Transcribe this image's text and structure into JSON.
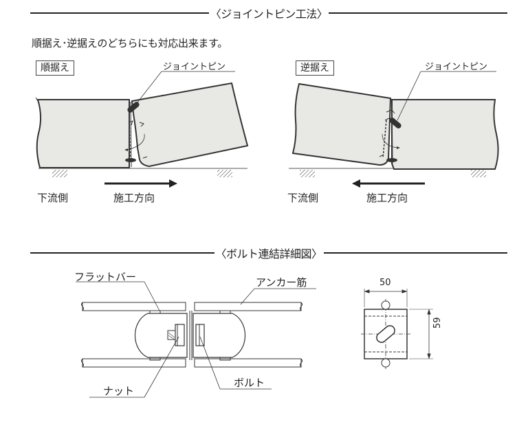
{
  "sections": {
    "joint_pin": {
      "title": "〈ジョイントピン工法〉",
      "description": "順据え･逆据えのどちらにも対応出来ます。",
      "panels": [
        {
          "tag": "順据え",
          "pin_label": "ジョイントピン",
          "downstream_label": "下流側",
          "direction_label": "施工方向",
          "arrow_direction": "right"
        },
        {
          "tag": "逆据え",
          "pin_label": "ジョイントピン",
          "downstream_label": "下流側",
          "direction_label": "施工方向",
          "arrow_direction": "left"
        }
      ]
    },
    "bolt_detail": {
      "title": "〈ボルト連結詳細図〉",
      "labels": {
        "flat_bar": "フラットバー",
        "anchor_bar": "アンカー筋",
        "nut": "ナット",
        "bolt": "ボルト"
      },
      "dimensions": {
        "width": "50",
        "height": "59"
      }
    }
  },
  "colors": {
    "line": "#222222",
    "block_fill": "#e8e8e5",
    "pin_fill": "#333333"
  }
}
